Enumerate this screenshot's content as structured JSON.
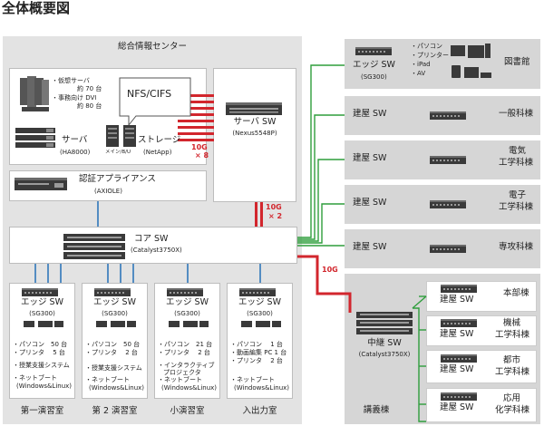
{
  "title": "全体概要図",
  "center": {
    "title": "総合情報センター",
    "vm_notes": [
      "・仮想サーバ",
      "約 70 台",
      "・事務向け DVI",
      "約 80 台"
    ],
    "nfs_label": "NFS/CIFS",
    "server_name": "サーバ",
    "server_model": "(HA8000)",
    "storage_name": "ストレージ",
    "storage_model": "(NetApp)",
    "storage_sublabel": "メイン/B/U",
    "server_sw_name": "サーバ SW",
    "server_sw_model": "(Nexus5548P)",
    "link_10g_x8": [
      "10G",
      "× 8"
    ],
    "auth_name": "認証アプライアンス",
    "auth_model": "(AXIOLE)",
    "link_10g_x2": [
      "10G",
      "× 2"
    ],
    "core_name": "コア SW",
    "core_model": "(Catalyst3750X)"
  },
  "rooms": [
    {
      "sw": "エッジ SW",
      "model": "(SG300)",
      "specs": [
        "・パソコン　50 台",
        "・プリンタ　 5 台"
      ],
      "extra": [
        "・授業支援システム",
        "・ネットブート",
        "(Windows&Linux)"
      ],
      "label": "第一演習室"
    },
    {
      "sw": "エッジ SW",
      "model": "(SG300)",
      "specs": [
        "・パソコン　50 台",
        "・プリンタ　 2 台"
      ],
      "extra": [
        "・授業支援システム",
        "・ネットブート",
        "(Windows&Linux)"
      ],
      "label": "第 2 演習室"
    },
    {
      "sw": "エッジ SW",
      "model": "(SG300)",
      "specs": [
        "・パソコン　21 台",
        "・プリンタ　 2 台"
      ],
      "extra": [
        "・インタラクティブ",
        "プロジェクタ",
        "・ネットブート",
        "(Windows&Linux)"
      ],
      "label": "小演習室"
    },
    {
      "sw": "エッジ SW",
      "model": "(SG300)",
      "specs": [
        "・パソコン　 1 台",
        "・動画編集 PC  1 台",
        "・プリンタ　 2 台"
      ],
      "extra": [
        "・ネットブート",
        "(Windows&Linux)"
      ],
      "label": "入出力室"
    }
  ],
  "library": {
    "sw": "エッジ SW",
    "model": "(SG300)",
    "devices": [
      "・パソコン",
      "・プリンター",
      "・iPad",
      "・AV"
    ],
    "label": "図書館"
  },
  "buildings": [
    {
      "sw": "建屋 SW",
      "label": [
        "一般科棟"
      ]
    },
    {
      "sw": "建屋 SW",
      "label": [
        "電気",
        "工学科棟"
      ]
    },
    {
      "sw": "建屋 SW",
      "label": [
        "電子",
        "工学科棟"
      ]
    },
    {
      "sw": "建屋 SW",
      "label": [
        "専攻科棟"
      ]
    }
  ],
  "lecture": {
    "link": "10G",
    "relay_name": "中継 SW",
    "relay_model": "(Catalyst3750X)",
    "label": "講義棟",
    "subs": [
      {
        "sw": "建屋 SW",
        "label": [
          "本部棟"
        ]
      },
      {
        "sw": "建屋 SW",
        "label": [
          "機械",
          "工学科棟"
        ]
      },
      {
        "sw": "建屋 SW",
        "label": [
          "都市",
          "工学科棟"
        ]
      },
      {
        "sw": "建屋 SW",
        "label": [
          "応用",
          "化学科棟"
        ]
      }
    ]
  },
  "colors": {
    "panel": "#e3e3e3",
    "building": "#d6d6d6",
    "link_10g": "#d2262d",
    "green": "#2f9e3c",
    "blue": "#2f77b9",
    "device": "#3a3a3a"
  }
}
